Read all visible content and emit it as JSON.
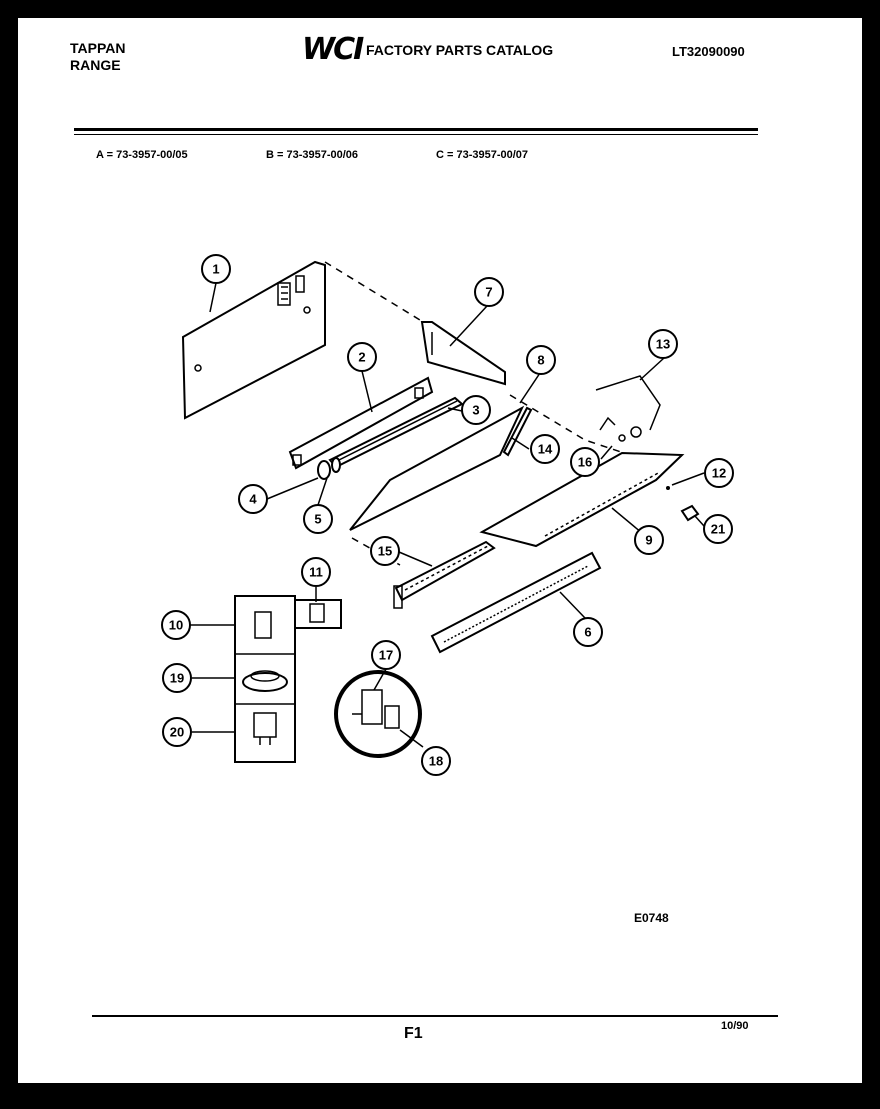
{
  "header": {
    "brand_line1": "TAPPAN",
    "brand_line2": "RANGE",
    "logo": "WCI",
    "catalog_title": "FACTORY PARTS CATALOG",
    "catalog_number": "LT32090090"
  },
  "models": [
    {
      "label": "A = 73-3957-00/05"
    },
    {
      "label": "B = 73-3957-00/06"
    },
    {
      "label": "C = 73-3957-00/07"
    }
  ],
  "callouts": [
    "1",
    "2",
    "3",
    "4",
    "5",
    "6",
    "7",
    "8",
    "9",
    "10",
    "11",
    "12",
    "13",
    "14",
    "15",
    "16",
    "17",
    "18",
    "19",
    "20",
    "21"
  ],
  "footer": {
    "drawing_code": "E0748",
    "page": "F1",
    "date": "10/90"
  },
  "colors": {
    "background": "#000000",
    "paper": "#ffffff",
    "ink": "#000000"
  }
}
